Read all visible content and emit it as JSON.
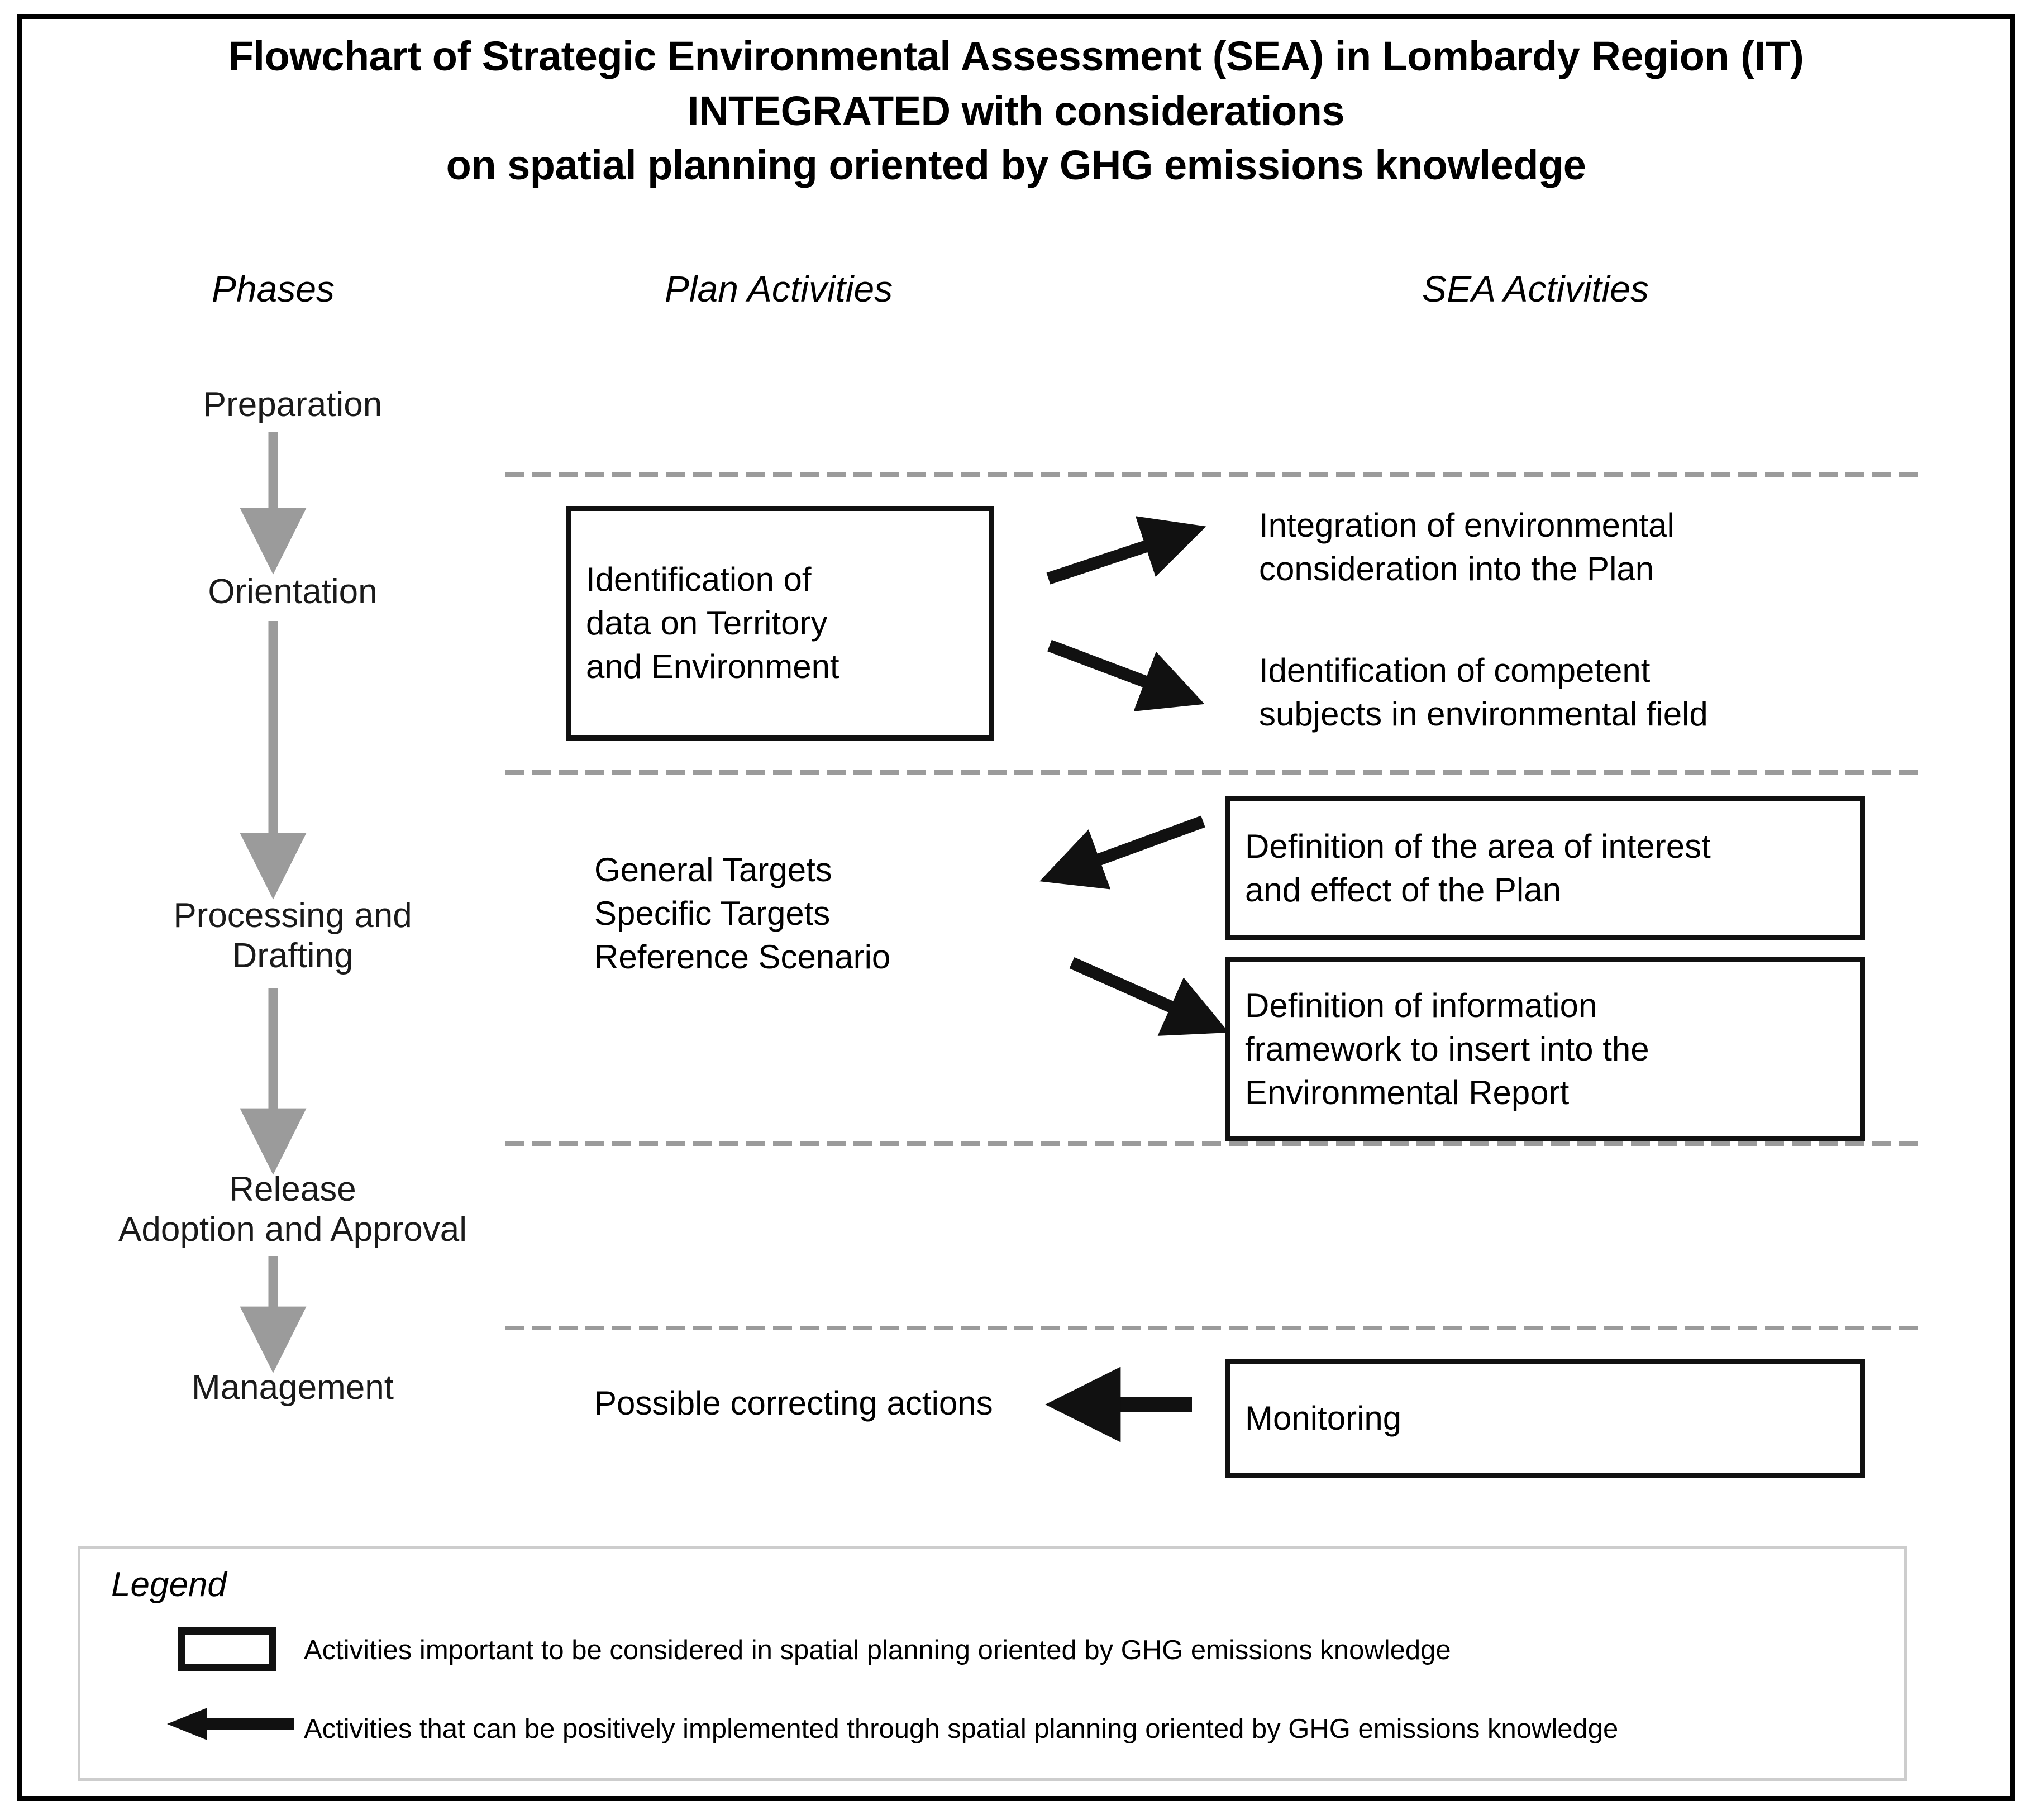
{
  "title": {
    "line1": "Flowchart of Strategic Environmental Assessment (SEA) in Lombardy Region (IT)",
    "line2": "INTEGRATED with considerations",
    "line3": "on spatial planning oriented by GHG emissions knowledge"
  },
  "columns": {
    "phases": "Phases",
    "plan_activities": "Plan Activities",
    "sea_activities": "SEA Activities"
  },
  "phases": [
    {
      "label": "Preparation"
    },
    {
      "label": "Orientation"
    },
    {
      "label": "Processing and\nDrafting"
    },
    {
      "label": "Release\nAdoption and Approval"
    },
    {
      "label": "Management"
    }
  ],
  "sections": [
    {
      "name": "orientation",
      "plan_box": "Identification of\ndata on Territory\nand Environment",
      "sea_items": [
        "Integration of environmental\nconsideration into the Plan",
        "Identification of competent\nsubjects in environmental field"
      ]
    },
    {
      "name": "processing-and-drafting",
      "plan_text": "General Targets\nSpecific Targets\nReference Scenario",
      "sea_boxes": [
        "Definition of the area of interest\nand effect of the Plan",
        "Definition of information\nframework to insert into the\nEnvironmental Report"
      ]
    },
    {
      "name": "management",
      "plan_text": "Possible correcting actions",
      "sea_box": "Monitoring"
    }
  ],
  "legend": {
    "title": "Legend",
    "items": [
      {
        "symbol": "box",
        "text": "Activities important to be considered in spatial planning oriented by GHG emissions knowledge"
      },
      {
        "symbol": "arrow",
        "text": "Activities that can be positively  implemented through spatial planning oriented by GHG emissions knowledge"
      }
    ]
  },
  "colors": {
    "border": "#000000",
    "box_border": "#111111",
    "phase_arrow": "#9b9b9b",
    "dashed_separator": "#9b9b9b",
    "legend_border": "#cdcdcd",
    "arrow_black": "#111111"
  }
}
